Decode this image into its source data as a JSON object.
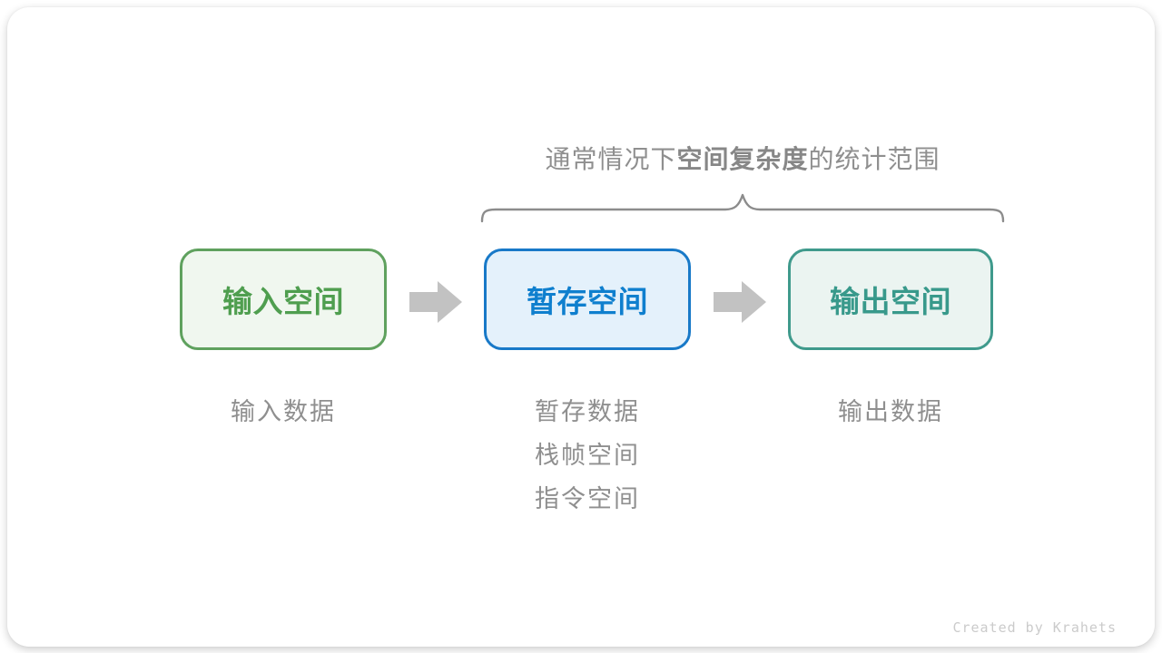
{
  "annotation": {
    "prefix": "通常情况下",
    "bold_term": "空间复杂度",
    "suffix": "的统计范围"
  },
  "nodes": [
    {
      "id": "input-space",
      "label": "输入空间",
      "notes": [
        "输入数据"
      ],
      "border_color": "#5fa15e",
      "fill_color": "#f0f7ef",
      "text_color": "#4f9e4f"
    },
    {
      "id": "temporary-space",
      "label": "暂存空间",
      "notes": [
        "暂存数据",
        "栈帧空间",
        "指令空间"
      ],
      "border_color": "#1879c8",
      "fill_color": "#e4f1fb",
      "text_color": "#0f7fce"
    },
    {
      "id": "output-space",
      "label": "输出空间",
      "notes": [
        "输出数据"
      ],
      "border_color": "#3f9a8c",
      "fill_color": "#ebf4f1",
      "text_color": "#38998b"
    }
  ],
  "arrows": [
    {
      "icon": "arrow-right-icon"
    },
    {
      "icon": "arrow-right-icon"
    }
  ],
  "brace": {
    "icon": "curly-brace",
    "color": "#8c8c8c",
    "covers": [
      "temporary-space",
      "output-space"
    ]
  },
  "colors": {
    "annotation_text": "#8f8f8f",
    "note_text": "#8f8f8f",
    "arrow": "#c2c2c2",
    "card_background": "#ffffff",
    "credit_text": "#cbcbcb"
  },
  "footer": {
    "credit": "Created by Krahets"
  }
}
